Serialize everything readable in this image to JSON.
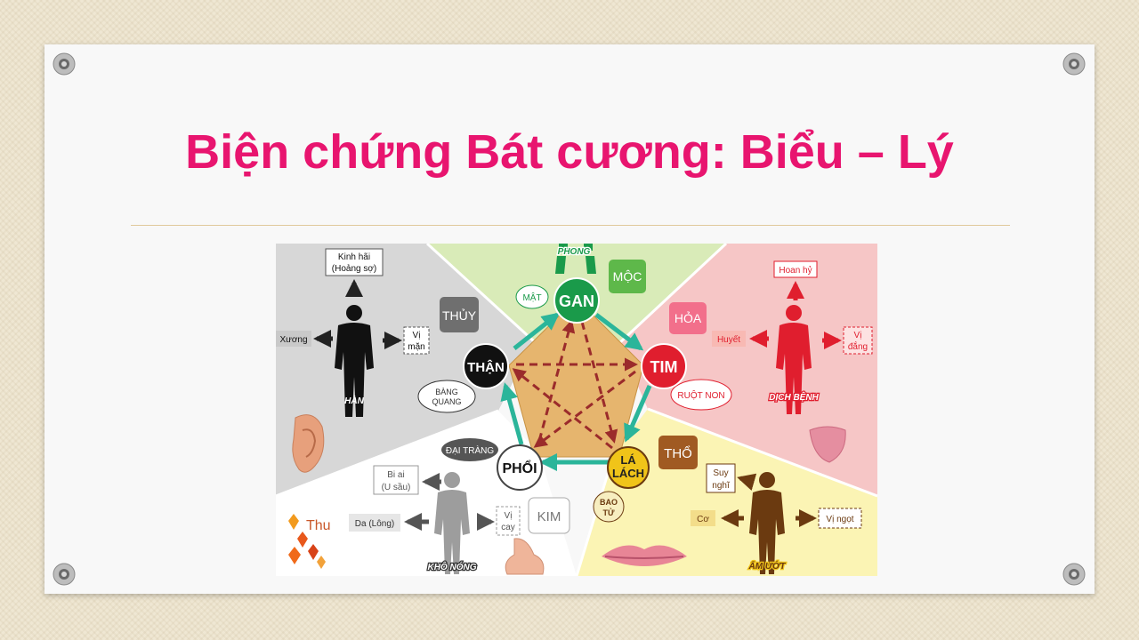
{
  "slide": {
    "title": "Biện chứng Bát cương: Biểu – Lý"
  },
  "diagram": {
    "organs": {
      "gan": "GAN",
      "tim": "TIM",
      "la_lach_1": "LÁ",
      "la_lach_2": "LÁCH",
      "phoi": "PHỔI",
      "than": "THẬN"
    },
    "elements": {
      "moc": "MỘC",
      "hoa": "HỎA",
      "tho": "THỔ",
      "kim": "KIM",
      "thuy": "THỦY"
    },
    "paired": {
      "mat": "MẬT",
      "ruot_non": "RUỘT NON",
      "bao_tu_1": "BAO",
      "bao_tu_2": "TỬ",
      "dai_trang": "ĐẠI TRÀNG",
      "bang_quang_1": "BÀNG",
      "bang_quang_2": "QUANG"
    },
    "climates": {
      "phong": "PHONG",
      "dich_benh": "DỊCH BỆNH",
      "am_uot": "ẨM ƯỚT",
      "kho_nong": "KHÔ NÓNG",
      "han": "HÀN"
    },
    "water_sector": {
      "emotion_1": "Kinh hãi",
      "emotion_2": "(Hoảng sợ)",
      "tissue": "Xương",
      "taste_1": "Vị",
      "taste_2": "mặn"
    },
    "fire_sector": {
      "emotion": "Hoan hỷ",
      "tissue": "Huyết",
      "taste_1": "Vị",
      "taste_2": "đắng"
    },
    "earth_sector": {
      "emotion_1": "Suy",
      "emotion_2": "nghĩ",
      "tissue": "Cơ",
      "taste": "Vị ngọt"
    },
    "metal_sector": {
      "emotion_1": "Bi ai",
      "emotion_2": "(U sầu)",
      "tissue": "Da (Lông)",
      "taste_1": "Vị",
      "taste_2": "cay",
      "season": "Thu"
    },
    "colors": {
      "title": "#e8156f",
      "wood": "#1a9a4a",
      "fire": "#e01e2e",
      "earth": "#f0c419",
      "metal": "#ffffff",
      "water": "#111111",
      "cycle_arrow": "#2bb59a",
      "star_arrow": "#9b2b2b"
    }
  }
}
